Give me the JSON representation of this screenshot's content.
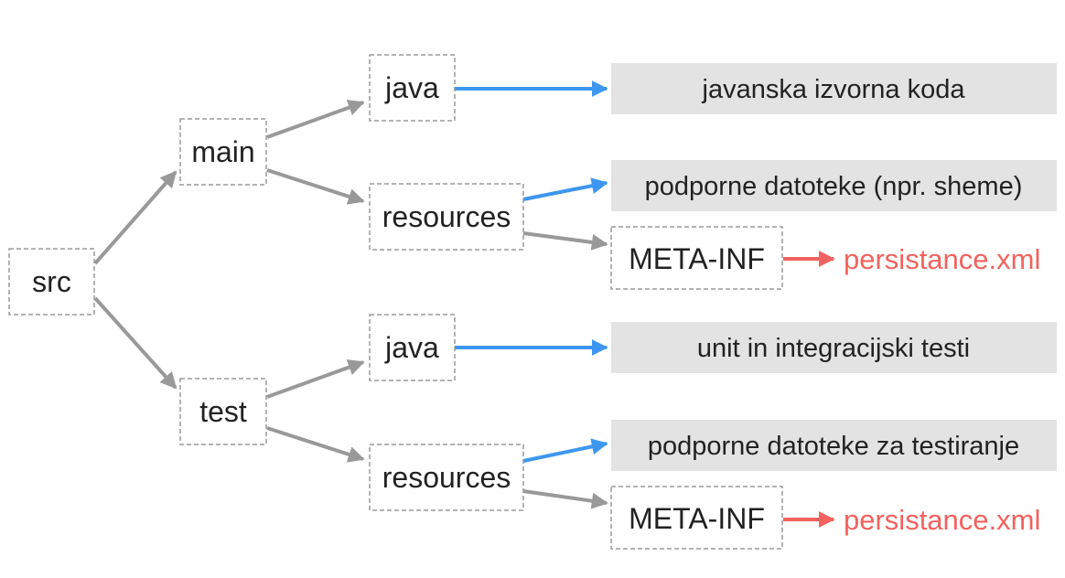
{
  "colors": {
    "tree_connector": "#999999",
    "content_connector": "#3d97f0",
    "file_connector": "#f2625e",
    "file_text": "#f2625e",
    "description_fill": "#e3e3e3",
    "box_border": "#9a9a9a"
  },
  "tree": {
    "root": {
      "label": "src"
    },
    "main": {
      "label": "main",
      "java": {
        "label": "java",
        "description": "javanska izvorna koda"
      },
      "resources": {
        "label": "resources",
        "description": "podporne datoteke (npr. sheme)",
        "meta_inf": {
          "label": "META-INF",
          "file": "persistance.xml"
        }
      }
    },
    "test": {
      "label": "test",
      "java": {
        "label": "java",
        "description": "unit in integracijski testi"
      },
      "resources": {
        "label": "resources",
        "description": "podporne datoteke za testiranje",
        "meta_inf": {
          "label": "META-INF",
          "file": "persistance.xml"
        }
      }
    }
  }
}
